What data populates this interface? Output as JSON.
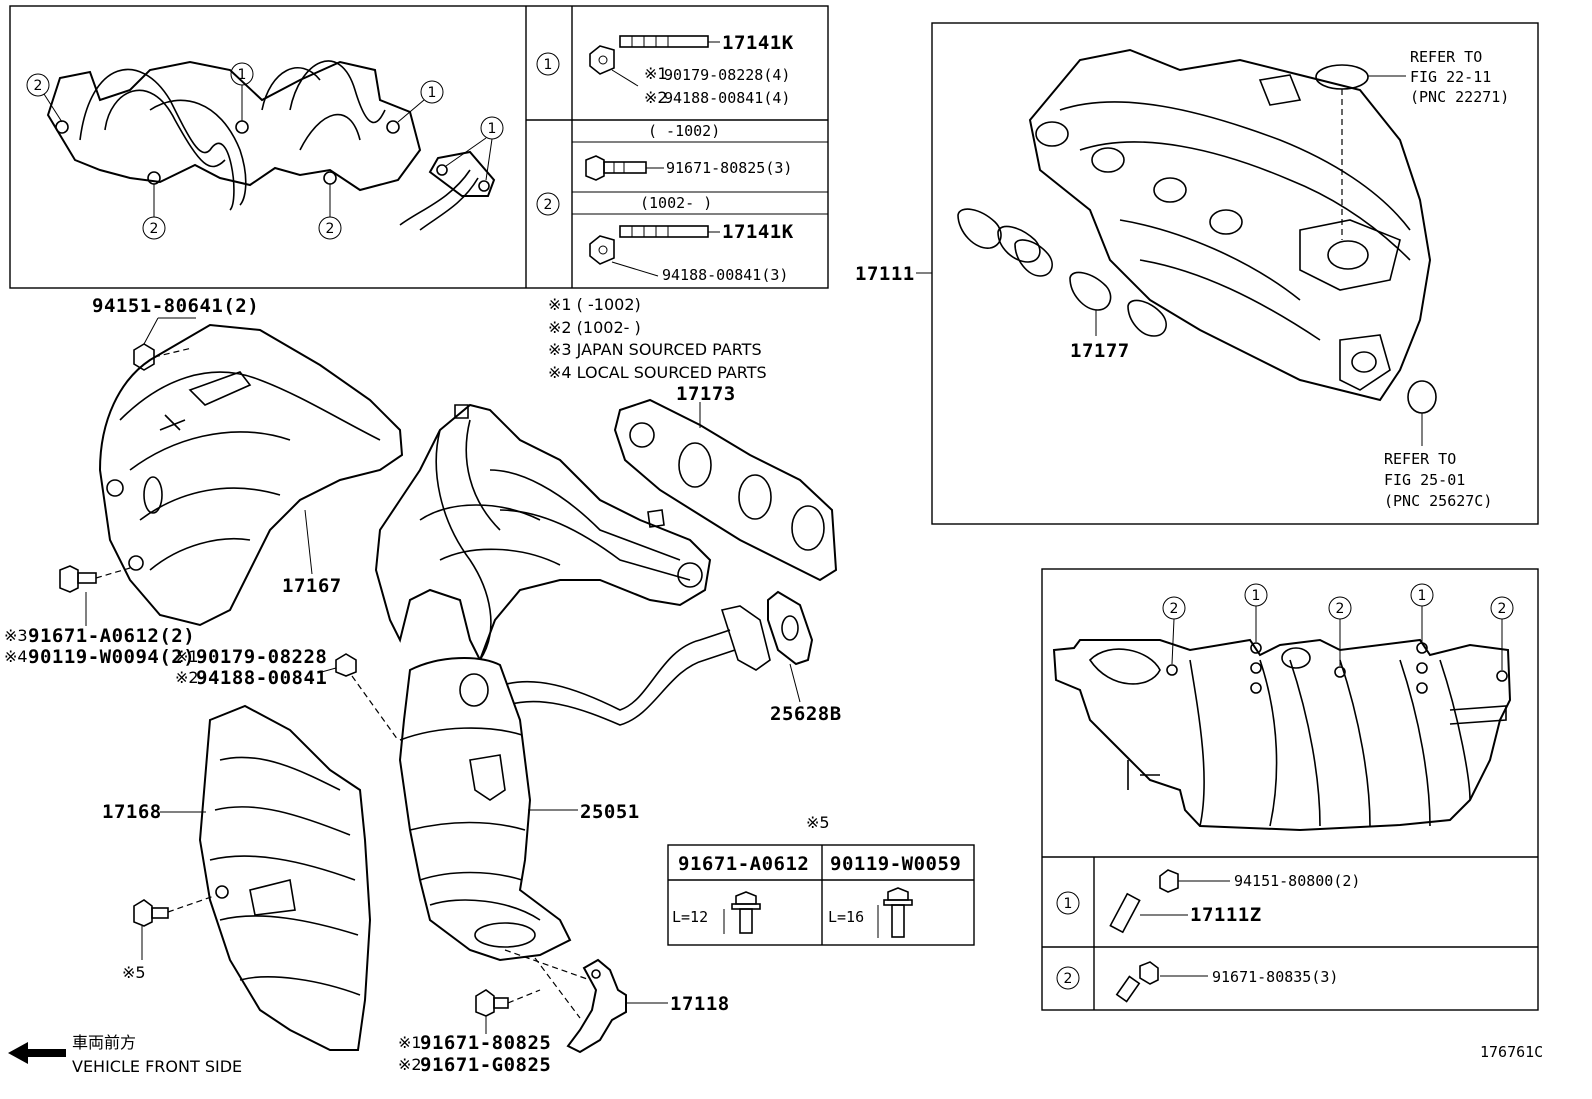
{
  "inset_top": {
    "row1": {
      "circle": "1",
      "stud": "17141K",
      "mark1": "※1",
      "nut1": "90179-08228(4)",
      "mark2": "※2",
      "nut2": "94188-00841(4)"
    },
    "row2": {
      "circle": "2",
      "range_a": "(      -1002)",
      "bolt_a": "91671-80825(3)",
      "range_b": "(1002-      )",
      "stud_b": "17141K",
      "nut_b": "94188-00841(3)"
    },
    "callouts": [
      "2",
      "1",
      "1",
      "1",
      "2",
      "2"
    ]
  },
  "notes": [
    "※1 (      -1002)",
    "※2 (1002-      )",
    "※3 JAPAN SOURCED PARTS",
    "※4 LOCAL SOURCED PARTS"
  ],
  "parts": {
    "p94151_80641": "94151-80641(2)",
    "p17167": "17167",
    "p17173": "17173",
    "p91671_A0612": "91671-A0612(2)",
    "p90119_W0094": "90119-W0094(2)",
    "p90179_08228": "90179-08228",
    "p94188_00841": "94188-00841",
    "mark3": "※3",
    "mark4": "※4",
    "mark1": "※1",
    "mark2": "※2",
    "p25628B": "25628B",
    "p17168": "17168",
    "p25051": "25051",
    "mark5": "※5",
    "p17118": "17118",
    "p91671_80825": "91671-80825",
    "p91671_G0825": "91671-G0825",
    "p17111": "17111",
    "p17177": "17177"
  },
  "refer_top": [
    "REFER TO",
    "FIG 22-11",
    "(PNC 22271)"
  ],
  "refer_bottom": [
    "REFER TO",
    "FIG 25-01",
    "(PNC 25627C)"
  ],
  "bolt_table": {
    "mark": "※5",
    "col1": "91671-A0612",
    "col2": "90119-W0059",
    "len1": "L=12",
    "len2": "L=16"
  },
  "inset_right": {
    "callouts": [
      "2",
      "1",
      "2",
      "1",
      "2"
    ],
    "row1_circle": "1",
    "row1_nut": "94151-80800(2)",
    "row1_stud": "17111Z",
    "row2_circle": "2",
    "row2_bolt": "91671-80835(3)"
  },
  "footer": {
    "jp": "車両前方",
    "en": "VEHICLE FRONT SIDE",
    "code": "176761C"
  }
}
